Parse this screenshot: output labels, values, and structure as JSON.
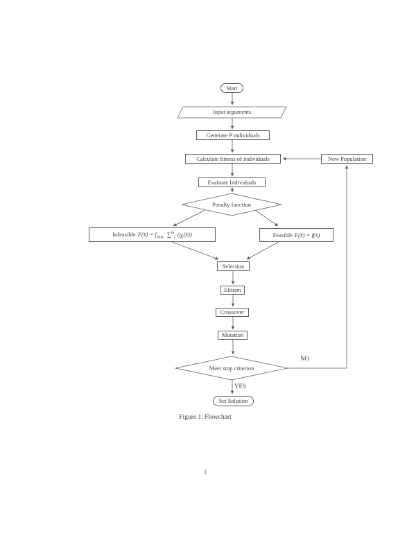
{
  "figure": {
    "caption": "Figure 1: Flowchart"
  },
  "page_number": "1",
  "flowchart": {
    "nodes": {
      "start": "Start",
      "input_arguments": "Input arguments",
      "generate_individuals": "Generate P individuals",
      "calculate_fitness": "Calculate fitness of individuals",
      "new_population": "New Population",
      "evaluate_individuals": "Evaluate Individuals",
      "penalty_function": "Penalty function",
      "selection": "Selection",
      "elitism": "Elitism",
      "crossover": "Crossover",
      "mutation": "Mutation",
      "stop_criterion": "Meet stop criterion",
      "set_solution": "Set Solution"
    },
    "infeasible_formula": {
      "label": "Infeasible",
      "math_f": "F(x̄) = f",
      "f_sub": "max",
      "sum": "∑",
      "sum_sup": "m",
      "sum_sub": "j",
      "arg_open": "(g",
      "arg_sub": "j",
      "arg_close": "(x̄))"
    },
    "feasible_formula": {
      "label": "Feasible",
      "math": "F(x̄) = f(x̄)"
    },
    "edge_labels": {
      "no": "NO",
      "yes": "YES"
    }
  }
}
